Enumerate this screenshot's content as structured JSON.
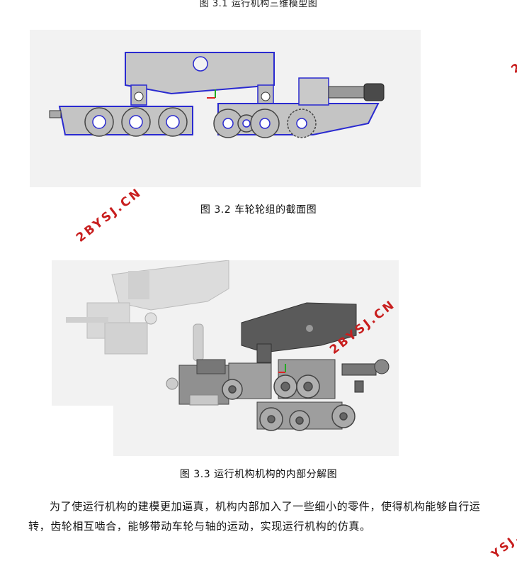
{
  "captions": {
    "fig1": "图 3.1 运行机构三维模型图",
    "fig2": "图 3.2 车轮轮组的截面图",
    "fig3": "图 3.3 运行机构机构的内部分解图"
  },
  "body_text": "为了使运行机构的建模更加逼真，机构内部加入了一些细小的零件，使得机构能够自行运转，齿轮相互啮合，能够带动车轮与轴的运动，实现运行机构的仿真。",
  "watermarks": [
    "2BYSJ.CN",
    "2BYSJ.CN",
    "2",
    "YSJ."
  ],
  "colors": {
    "watermark": "#c81e1e",
    "model_gray": "#bdbdbd",
    "edge_blue": "#2a2ad0"
  }
}
